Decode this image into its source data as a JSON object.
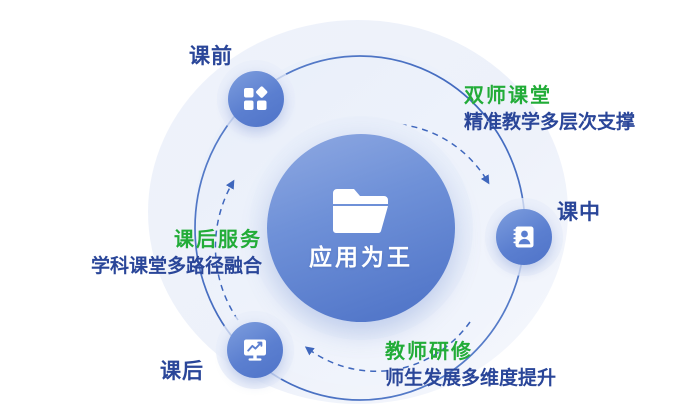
{
  "diagram": {
    "type": "cycle-infographic",
    "hub": {
      "label": "应用为王",
      "icon": "folder-icon",
      "color": "#4c71c6"
    },
    "accent_colors": {
      "green": "#22ac38",
      "blue": "#2a4699",
      "node": "#5b7fd0",
      "ring": "#4a6fc4"
    },
    "stages": [
      {
        "id": "before-class",
        "label": "课前",
        "icon": "grid-diamond-icon"
      },
      {
        "id": "during-class",
        "label": "课中",
        "icon": "contact-card-icon"
      },
      {
        "id": "after-class",
        "label": "课后",
        "icon": "monitor-chart-icon"
      }
    ],
    "annotations": [
      {
        "id": "dual-teacher",
        "title": "双师课堂",
        "subtitle": "精准教学多层次支撑",
        "position": "top-right"
      },
      {
        "id": "after-school-service",
        "title": "课后服务",
        "subtitle": "学科课堂多路径融合",
        "position": "left"
      },
      {
        "id": "teacher-training",
        "title": "教师研修",
        "subtitle": "师生发展多维度提升",
        "position": "bottom-right"
      }
    ]
  }
}
